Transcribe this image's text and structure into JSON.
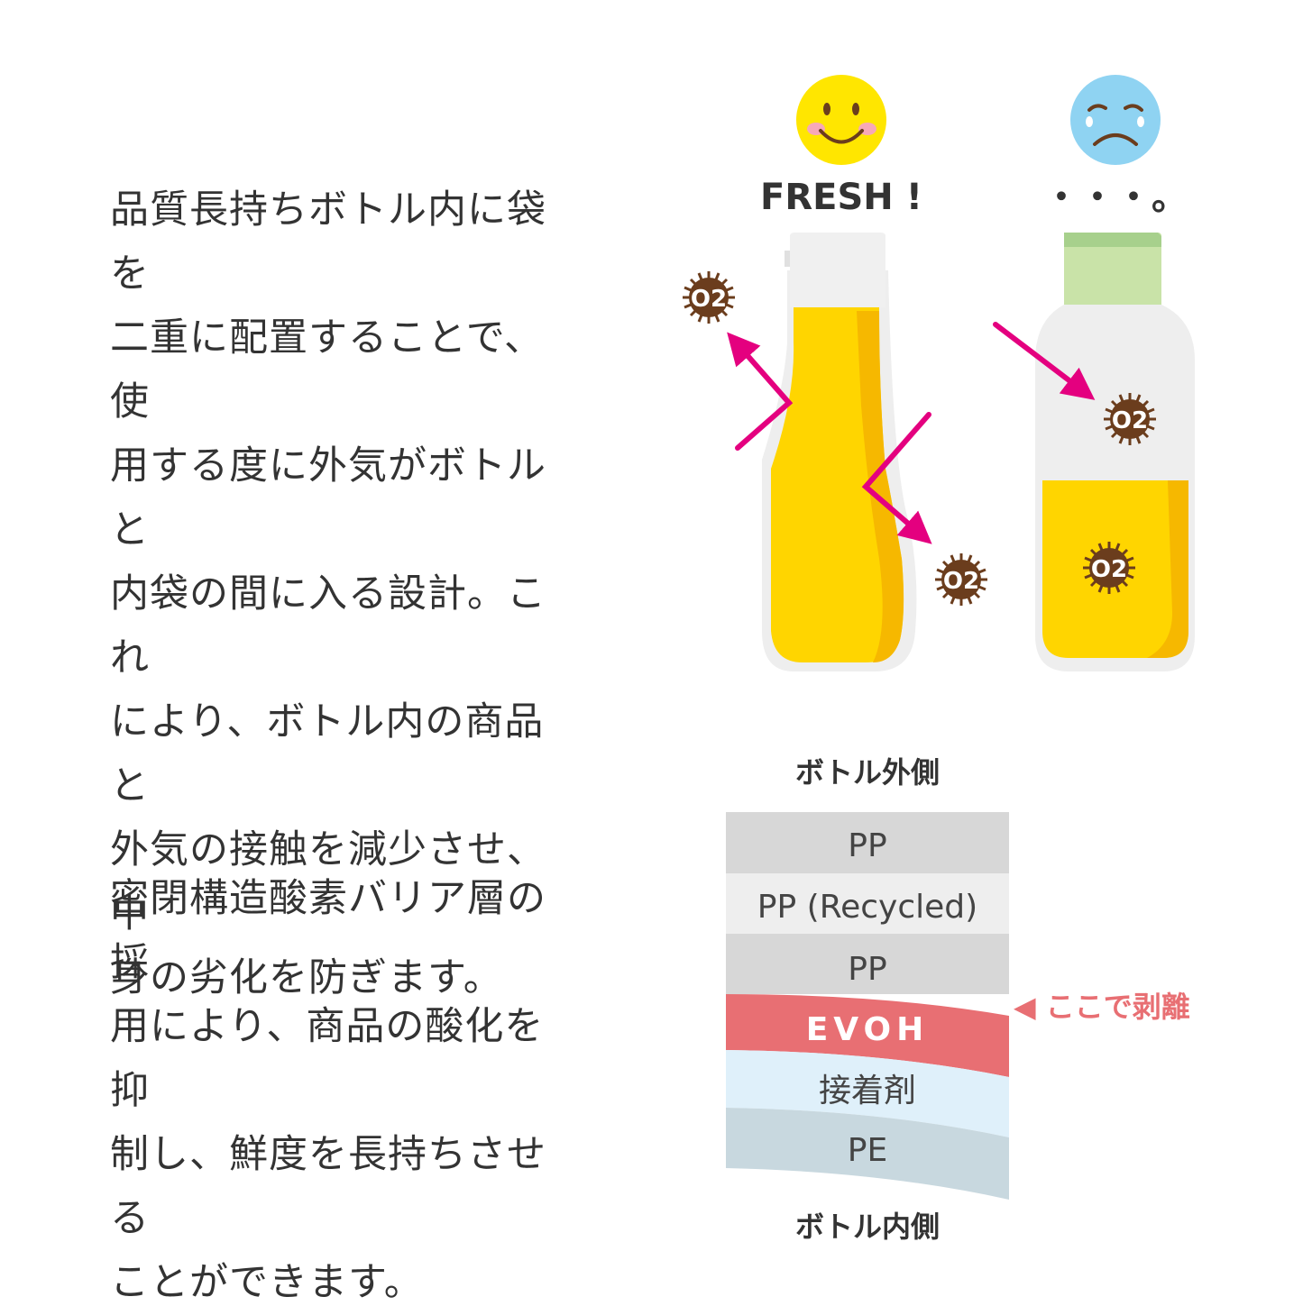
{
  "paragraphs": {
    "bottle_design": "品質長持ちボトル内に袋を\n二重に配置することで、使\n用する度に外気がボトルと\n内袋の間に入る設計。これ\nにより、ボトル内の商品と\n外気の接触を減少させ、中\n身の劣化を防ぎます。",
    "barrier_layer": "密閉構造酸素バリア層の採\n用により、商品の酸化を抑\n制し、鮮度を長持ちさせる\nことができます。"
  },
  "illustration": {
    "fresh_label": "FRESH !",
    "sad_label": "・・・。",
    "oxygen_label": "O2",
    "colors": {
      "happy_face": "#ffe600",
      "sad_face": "#8fd3f2",
      "liquid": "#ffd500",
      "arrow": "#e4007f",
      "oxygen": "#6b3d1d",
      "sad_cap": "#c9e3a8"
    }
  },
  "layers": {
    "outer_label": "ボトル外側",
    "inner_label": "ボトル内側",
    "items": [
      {
        "name": "PP",
        "color": "#d7d7d7"
      },
      {
        "name": "PP (Recycled)",
        "color": "#eeeeee"
      },
      {
        "name": "PP",
        "color": "#d7d7d7"
      },
      {
        "name": "EVOH",
        "color": "#e86f73"
      },
      {
        "name": "接着剤",
        "color": "#dff0fa"
      },
      {
        "name": "PE",
        "color": "#c8d8df"
      }
    ],
    "peel_marker": "◀ ここで剥離",
    "peel_color": "#e86f73"
  }
}
